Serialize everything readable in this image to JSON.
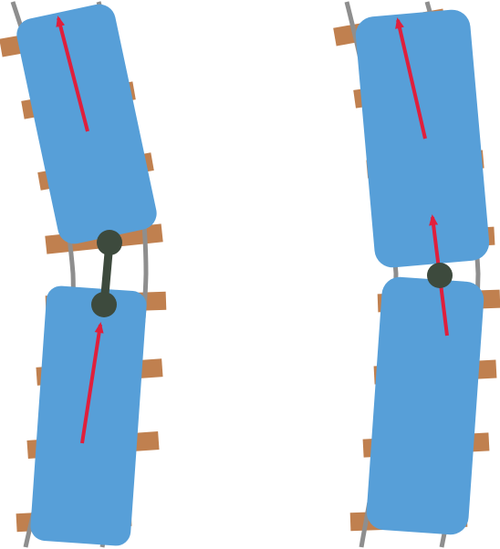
{
  "figure": {
    "panels": [
      {
        "id": "left",
        "coupling": "link-bar",
        "cars": [
          {
            "position": "front",
            "direction": "forward"
          },
          {
            "position": "rear",
            "direction": "forward"
          }
        ]
      },
      {
        "id": "right",
        "coupling": "single-pivot",
        "cars": [
          {
            "position": "front",
            "direction": "forward"
          },
          {
            "position": "rear",
            "direction": "forward"
          }
        ]
      }
    ],
    "colors": {
      "background": "#ffffff",
      "car": "#579fd8",
      "arrow": "#e01f3c",
      "rail": "#8e8e8e",
      "tie": "#c0804f",
      "coupler": "#3d4a3d"
    }
  }
}
